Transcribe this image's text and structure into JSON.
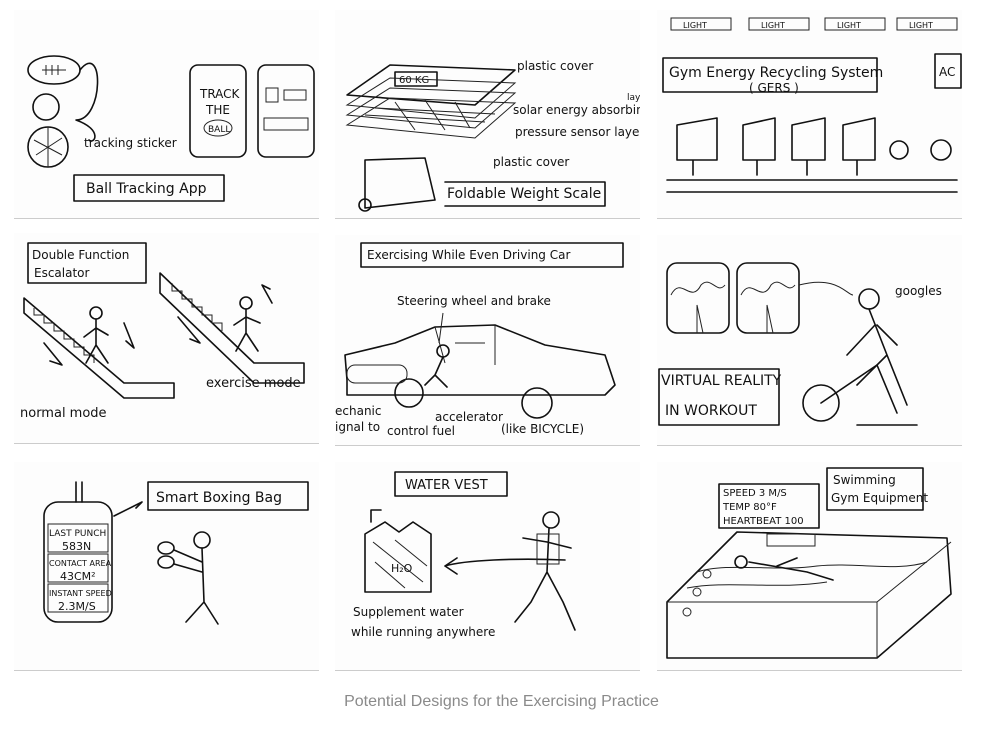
{
  "caption": "Potential Designs for the Exercising Practice",
  "panels": {
    "p1": {
      "title": "Ball Tracking App",
      "sticker": "tracking sticker",
      "screen1": "TRACK",
      "screen2": "THE",
      "screen3": "BALL"
    },
    "p2": {
      "title": "Foldable Weight Scale",
      "display": "60 KG",
      "l1": "plastic cover",
      "l2": "solar energy absorbing",
      "l2b": "lay",
      "l3": "pressure sensor layer",
      "l4": "plastic cover"
    },
    "p3": {
      "title": "Gym Energy Recycling System",
      "subtitle": "( GERS )",
      "ac": "AC",
      "light": "LIGHT"
    },
    "p4": {
      "title1": "Double Function",
      "title2": "Escalator",
      "normal": "normal mode",
      "exercise": "exercise mode"
    },
    "p5": {
      "title": "Exercising While Even Driving Car",
      "steer": "Steering wheel and brake",
      "mech1": "echanic",
      "mech2": "ignal to",
      "accel": "accelerator",
      "fuel": "control fuel",
      "bike": "(like BICYCLE)"
    },
    "p6": {
      "title1": "VIRTUAL REALITY",
      "title2": "IN WORKOUT",
      "goggles": "googles"
    },
    "p7": {
      "title": "Smart Boxing Bag",
      "r1": "LAST PUNCH",
      "r1v": "583N",
      "r2": "CONTACT AREA",
      "r2v": "43CM²",
      "r3": "INSTANT SPEED",
      "r3v": "2.3M/S"
    },
    "p8": {
      "title": "WATER VEST",
      "h2o": "H₂O",
      "c1": "Supplement water",
      "c2": "while running anywhere"
    },
    "p9": {
      "title1": "Swimming",
      "title2": "Gym Equipment",
      "s1": "SPEED 3 M/S",
      "s2": "TEMP 80°F",
      "s3": "HEARTBEAT 100"
    }
  }
}
